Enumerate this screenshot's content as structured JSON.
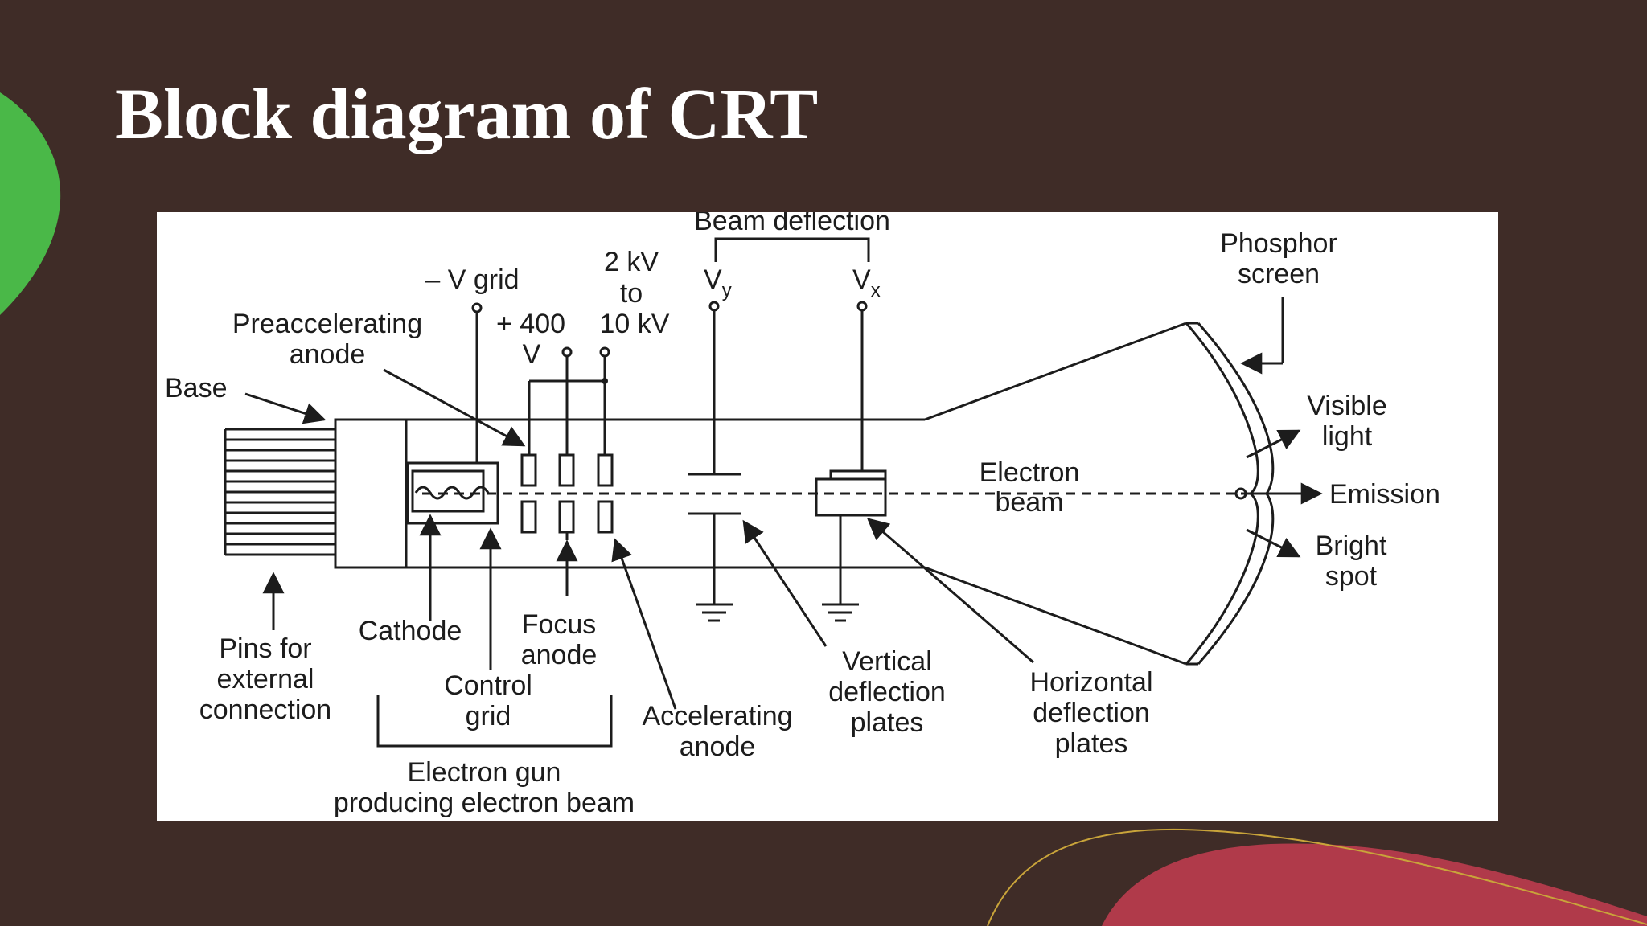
{
  "slide": {
    "title": "Block diagram of CRT"
  },
  "theme": {
    "background": "#3f2c27",
    "green_blob": "#4ab848",
    "red_wave": "#b03a4a",
    "gold_line": "#c9a43a"
  },
  "diagram": {
    "beam_deflection": "Beam deflection",
    "neg_v_grid": "– V grid",
    "kv_2": "2 kV",
    "kv_to": "to",
    "kv_10": "10 kV",
    "v_y_main": "V",
    "v_y_sub": "y",
    "v_x_main": "V",
    "v_x_sub": "x",
    "phosphor_1": "Phosphor",
    "phosphor_2": "screen",
    "preacc_1": "Preaccelerating",
    "preacc_2": "anode",
    "plus_400": "+ 400",
    "volt_v": "V",
    "base": "Base",
    "visible_1": "Visible",
    "visible_2": "light",
    "electron_1": "Electron",
    "electron_2": "beam",
    "emission": "Emission",
    "bright_1": "Bright",
    "bright_2": "spot",
    "pins_1": "Pins for",
    "pins_2": "external",
    "pins_3": "connection",
    "cathode": "Cathode",
    "focus_1": "Focus",
    "focus_2": "anode",
    "control_1": "Control",
    "control_2": "grid",
    "vdp_1": "Vertical",
    "vdp_2": "deflection",
    "vdp_3": "plates",
    "hdp_1": "Horizontal",
    "hdp_2": "deflection",
    "hdp_3": "plates",
    "acc_1": "Accelerating",
    "acc_2": "anode",
    "gun_1": "Electron gun",
    "gun_2": "producing electron beam"
  }
}
